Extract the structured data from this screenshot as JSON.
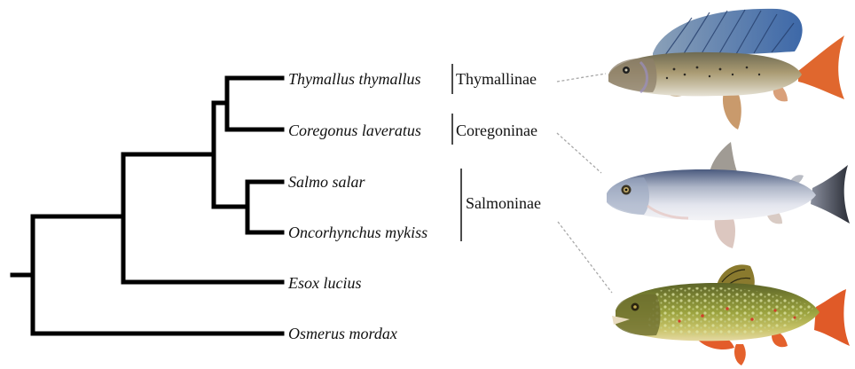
{
  "tree": {
    "taxa": [
      {
        "id": "thymallus",
        "name": "Thymallus thymallus"
      },
      {
        "id": "coregonus",
        "name": "Coregonus laveratus"
      },
      {
        "id": "salmo",
        "name": "Salmo salar"
      },
      {
        "id": "oncorhynchus",
        "name": "Oncorhynchus mykiss"
      },
      {
        "id": "esox",
        "name": "Esox lucius"
      },
      {
        "id": "osmerus",
        "name": "Osmerus mordax"
      }
    ],
    "subfamilies": [
      {
        "id": "thymallinae",
        "name": "Thymallinae"
      },
      {
        "id": "coregoninae",
        "name": "Coregoninae"
      },
      {
        "id": "salmoninae",
        "name": "Salmoninae"
      }
    ]
  },
  "fish_illustrations": [
    {
      "id": "grayling",
      "icon": "grayling-fish-icon"
    },
    {
      "id": "whitefish",
      "icon": "whitefish-fish-icon"
    },
    {
      "id": "trout",
      "icon": "brook-trout-fish-icon"
    }
  ],
  "colors": {
    "tree_line": "#000000",
    "dashed_connector": "#aaaaaa"
  }
}
